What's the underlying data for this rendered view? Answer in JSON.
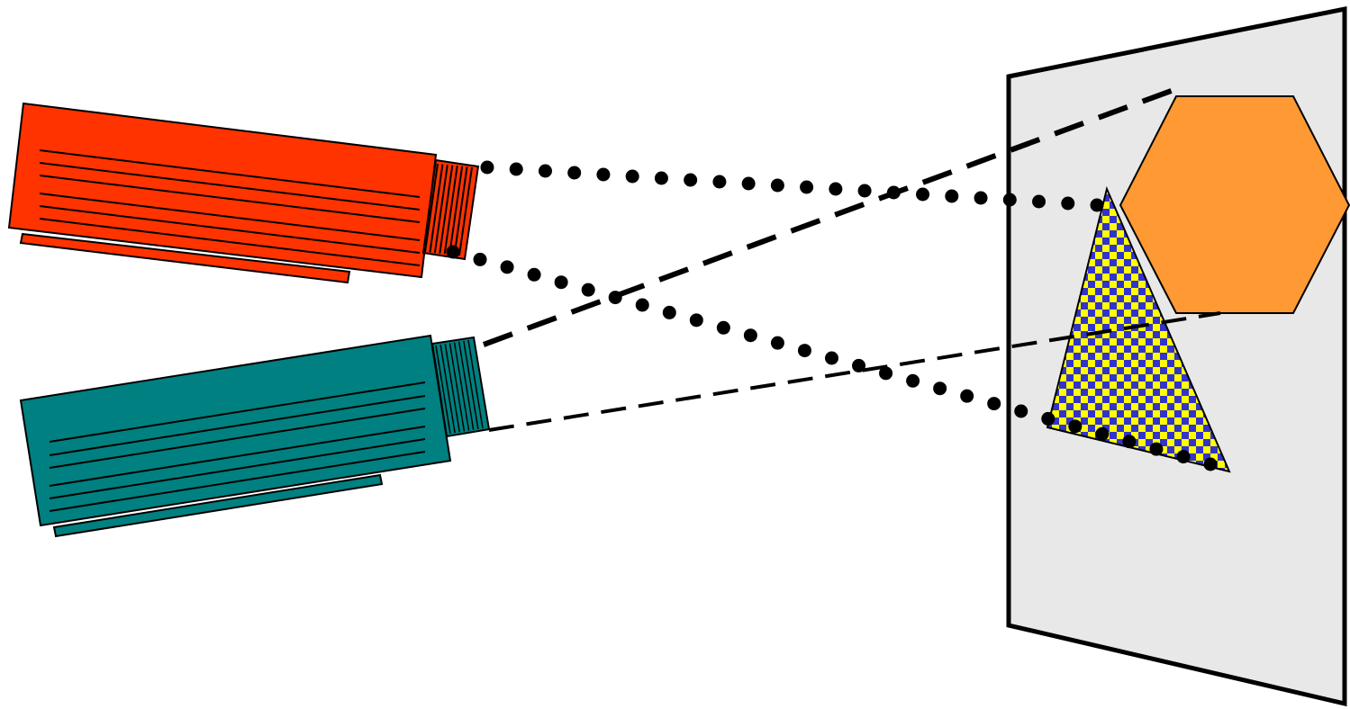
{
  "diagram": {
    "background": "#ffffff",
    "screen": {
      "fill": "#e8e8e8",
      "stroke": "#000000"
    },
    "projector_red": {
      "color": "#ff3300",
      "beam_style": "dotted"
    },
    "projector_teal": {
      "color": "#008080",
      "beam_style": "dashed"
    },
    "hexagon": {
      "fill": "#ff9933"
    },
    "triangle": {
      "pattern": "checkerboard",
      "color_a": "#ffff00",
      "color_b": "#3333cc"
    }
  }
}
